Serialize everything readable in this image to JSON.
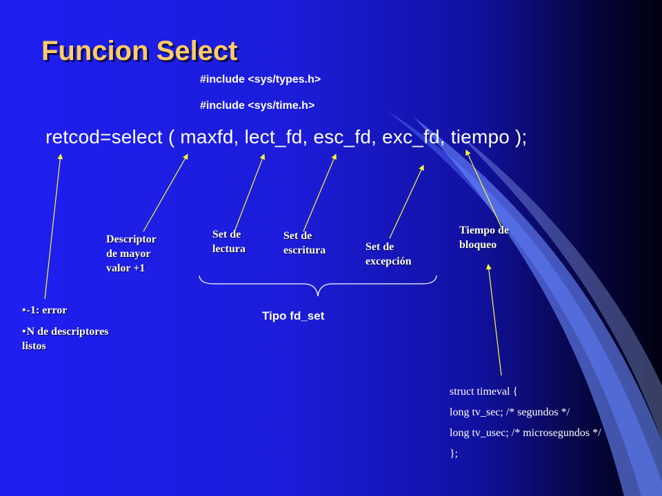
{
  "slide": {
    "title": "Funcion Select",
    "includes": [
      "#include <sys/types.h>",
      "#include <sys/time.h>"
    ],
    "code_line": "retcod=select ( maxfd, lect_fd, esc_fd, exc_fd, tiempo );",
    "return_values": [
      "-1: error",
      "N de descriptores listos"
    ],
    "labels": {
      "maxfd": [
        "Descriptor",
        "de mayor",
        "valor +1"
      ],
      "lect": [
        "Set de",
        "lectura"
      ],
      "esc": [
        "Set de",
        "escritura"
      ],
      "exc": [
        "Set de",
        "excepción"
      ],
      "tiempo": [
        "Tiempo de",
        "bloqueo"
      ]
    },
    "fd_set_label": "Tipo fd_set",
    "struct_lines": [
      "struct timeval {",
      "long tv_sec; /* segundos */",
      "long tv_usec; /* microsegundos */",
      "};"
    ]
  },
  "colors": {
    "background": "#1f1ff2",
    "title": "#ffcc66",
    "arrow": "#ffff33",
    "swoosh": "#6d8cff"
  }
}
